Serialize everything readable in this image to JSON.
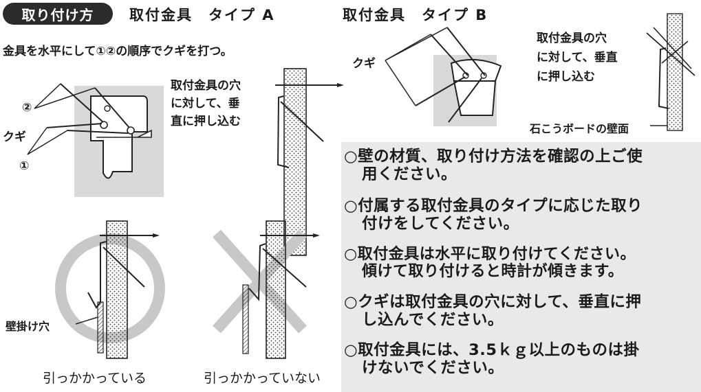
{
  "header": {
    "badge": "取り付け方",
    "type_a_title": "取付金具　タイプ A",
    "type_b_title": "取付金具　タイプ B"
  },
  "type_a": {
    "instruction": "金具を水平にして①②の順序でクギを打つ。",
    "label_2": "②",
    "label_nail": "クギ",
    "label_1": "①",
    "hole_note_lines": [
      "取付金具の穴",
      "に対して、垂",
      "直に押し込む"
    ]
  },
  "type_b": {
    "label_nail": "クギ",
    "hole_note_lines": [
      "取付金具の穴",
      "に対して、垂直",
      "に押し込む"
    ],
    "wall_label": "石こうボードの壁面"
  },
  "examples": {
    "hang_hole_label": "壁掛け穴",
    "ok_caption": "引っかかっている",
    "ng_caption": "引っかかっていない"
  },
  "notes": [
    {
      "lines": [
        "○壁の材質、取り付け方法を確認の上ご使",
        "用ください。"
      ]
    },
    {
      "lines": [
        "○付属する取付金具のタイプに応じた取り",
        "付けをしてください。"
      ]
    },
    {
      "lines": [
        "○取付金具は水平に取り付けてください。",
        "傾けて取り付けると時計が傾きます。"
      ]
    },
    {
      "lines": [
        "○クギは取付金具の穴に対して、垂直に押",
        "し込んでください。"
      ]
    },
    {
      "lines": [
        "○取付金具には、3.5ｋｇ以上のものは掛",
        "けないでください。"
      ]
    }
  ],
  "colors": {
    "badge_bg": "#2b2b2b",
    "panel_bg": "#e9e9e9",
    "shadow_gray": "#d9d9d9",
    "symbol_gray": "#c8c8c8"
  }
}
